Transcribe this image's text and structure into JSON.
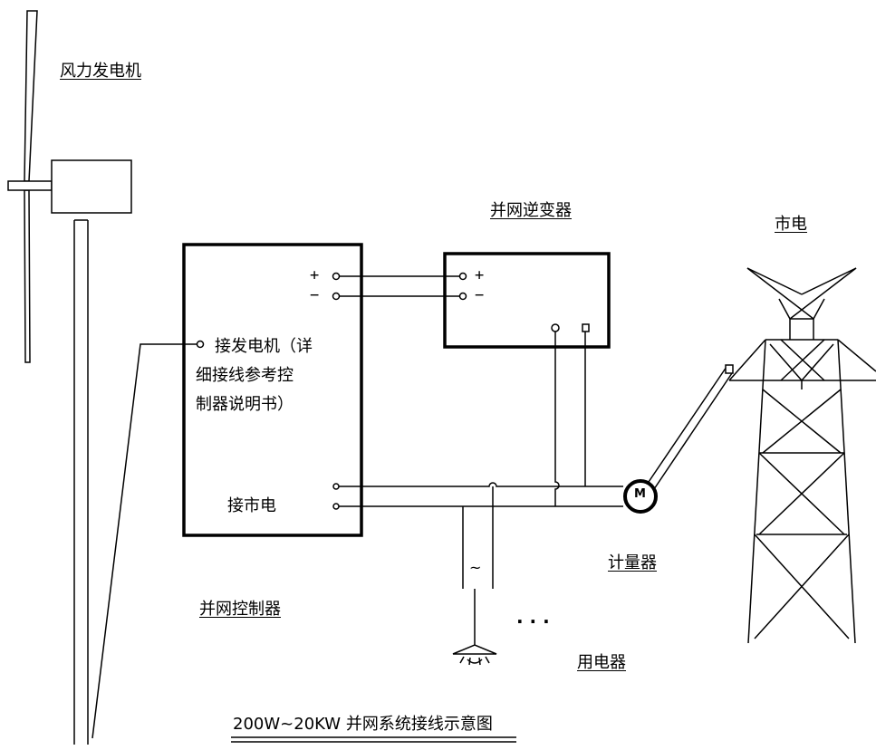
{
  "labels": {
    "wind_generator": "风力发电机",
    "grid_inverter": "并网逆变器",
    "utility_grid": "市电",
    "controller_generator_note_l1": "接发电机（详",
    "controller_generator_note_l2": "细接线参考控",
    "controller_generator_note_l3": "制器说明书）",
    "controller_grid_terminal": "接市电",
    "grid_controller": "并网控制器",
    "meter": "计量器",
    "meter_symbol": "M",
    "ac_symbol": "~",
    "ellipsis": "· · ·",
    "appliance": "用电器",
    "caption": "200W~20KW 并网系统接线示意图",
    "controller_plus": "+",
    "controller_minus": "−",
    "inverter_plus": "+",
    "inverter_minus": "−"
  },
  "colors": {
    "line": "#000000",
    "background": "#ffffff"
  }
}
